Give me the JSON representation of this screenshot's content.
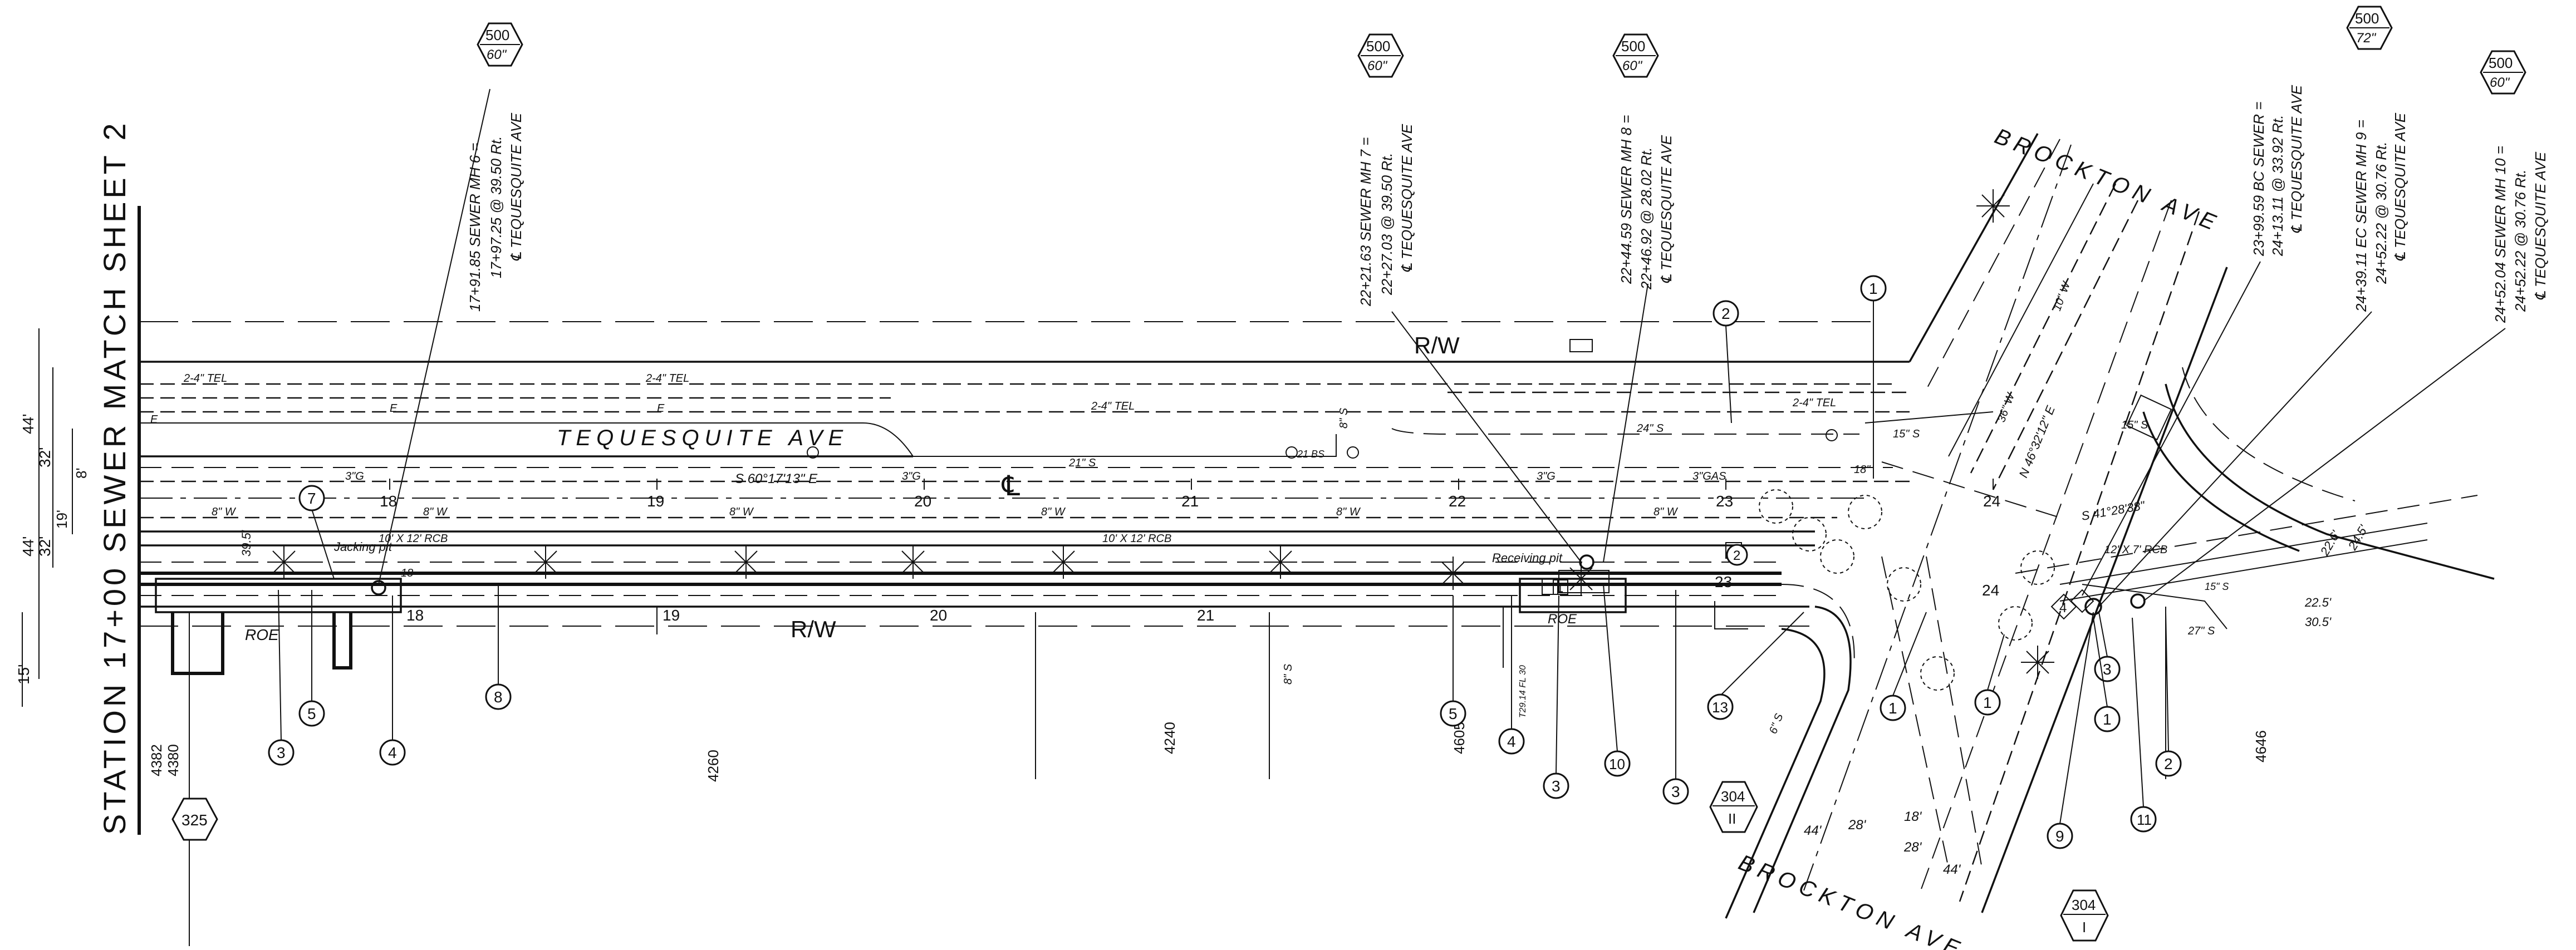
{
  "sheet": {
    "station_label": "STATION 17+00 SEWER MATCH SHEET 2",
    "street_main": "TEQUESQUITE AVE",
    "street_cross_top": "BROCKTON AVE",
    "street_cross_bottom": "BROCKTON AVE",
    "row_label": "R/W",
    "centerline_symbol": "℄",
    "bearing_main": "S 60°17'13\" E",
    "bearing_cross": "N 46°32'12\" E",
    "bearing_right": "S 41°28'38\"",
    "roe_label": "ROE",
    "jacking_pit": "Jacking pit",
    "receiving_pit": "Receiving pit"
  },
  "left_dimensions": [
    "44'",
    "32'",
    "8'",
    "19'",
    "32'",
    "44'",
    "15'"
  ],
  "station_ticks": [
    "18",
    "19",
    "20",
    "21",
    "22",
    "23",
    "24"
  ],
  "station_ticks_lower": [
    "18",
    "19",
    "20",
    "21",
    "23",
    "24"
  ],
  "utility_labels": {
    "tel_1": "2-4\" TEL",
    "tel_2": "2-4\" TEL",
    "tel_3": "2-4\" TEL",
    "tel_4": "2-4\" TEL",
    "e_1": "E",
    "e_2": "E",
    "e_3": "E",
    "gas_1": "3\"G",
    "gas_2": "3\"G",
    "gas_3": "3\"G",
    "gas_4": "3\"GAS",
    "sewer_21": "21\" S",
    "sewer_24": "24\" S",
    "sewer_15": "15\" S",
    "sewer_8v": "8\" S",
    "sewer_8v2": "8\" S",
    "sewer_18": "18\"",
    "sewer_15b": "15\" S",
    "sewer_6": "6\" S",
    "sewer_27": "27\" S",
    "water_1": "8\" W",
    "water_2": "8\" W",
    "water_3": "8\" W",
    "water_4": "8\" W",
    "water_5": "8\" W",
    "water_6": "8\" W",
    "water_10": "10\" W",
    "water_36": "36\" W",
    "rcb_1": "10' X 12' RCB",
    "rcb_2": "10' X 12' RCB",
    "rcb_3": "12' X 7' RCB",
    "rcb_15": "15\" S",
    "d21": "21 BS",
    "d18": "18",
    "dim_395": "39.5'",
    "dim_22": "22.5'",
    "dim_305": "30.5'",
    "dim_226": "22.6'",
    "dim_245": "24.5'",
    "dim_28a": "28'",
    "dim_28b": "28'",
    "dim_44a": "44'",
    "dim_44b": "44'",
    "dim_18": "18'",
    "elev_text": "T29.14 FL 30"
  },
  "elevations": [
    "4382",
    "4380",
    "4260",
    "4240",
    "4605",
    "4646"
  ],
  "manhole_notes": [
    {
      "id": "mh6",
      "line1": "17+91.85 SEWER MH 6 =",
      "line2": "17+97.25 @ 39.50 Rt.",
      "line3": "℄ TEQUESQUITE AVE",
      "hex_top": "500",
      "hex_bottom": "60\""
    },
    {
      "id": "mh7",
      "line1": "22+21.63 SEWER MH 7 =",
      "line2": "22+27.03 @ 39.50 Rt.",
      "line3": "℄ TEQUESQUITE AVE",
      "hex_top": "500",
      "hex_bottom": "60\""
    },
    {
      "id": "mh8",
      "line1": "22+44.59 SEWER MH 8 =",
      "line2": "22+46.92 @ 28.02 Rt.",
      "line3": "℄ TEQUESQUITE AVE",
      "hex_top": "500",
      "hex_bottom": "60\""
    },
    {
      "id": "bc",
      "line1": "23+99.59 BC SEWER =",
      "line2": "24+13.11 @ 33.92 Rt.",
      "line3": "℄ TEQUESQUITE AVE"
    },
    {
      "id": "mh9",
      "line1": "24+39.11 EC SEWER MH 9 =",
      "line2": "24+52.22 @ 30.76 Rt.",
      "line3": "℄ TEQUESQUITE AVE",
      "hex_top": "500",
      "hex_bottom": "72\""
    },
    {
      "id": "mh10",
      "line1": "24+52.04 SEWER MH 10 =",
      "line2": "24+52.22 @ 30.76 Rt.",
      "line3": "℄ TEQUESQUITE AVE",
      "hex_top": "500",
      "hex_bottom": "60\""
    }
  ],
  "callouts": [
    "7",
    "5",
    "3",
    "4",
    "8",
    "5",
    "4",
    "3",
    "10",
    "3",
    "13",
    "2",
    "1",
    "1",
    "1",
    "2",
    "3",
    "1",
    "2",
    "11",
    "9",
    "4",
    "1",
    "2"
  ],
  "hex_refs": [
    {
      "id": "h325",
      "top": "325",
      "bottom": ""
    },
    {
      "id": "h304a",
      "top": "304",
      "bottom": "II"
    },
    {
      "id": "h304b",
      "top": "304",
      "bottom": "I"
    }
  ]
}
